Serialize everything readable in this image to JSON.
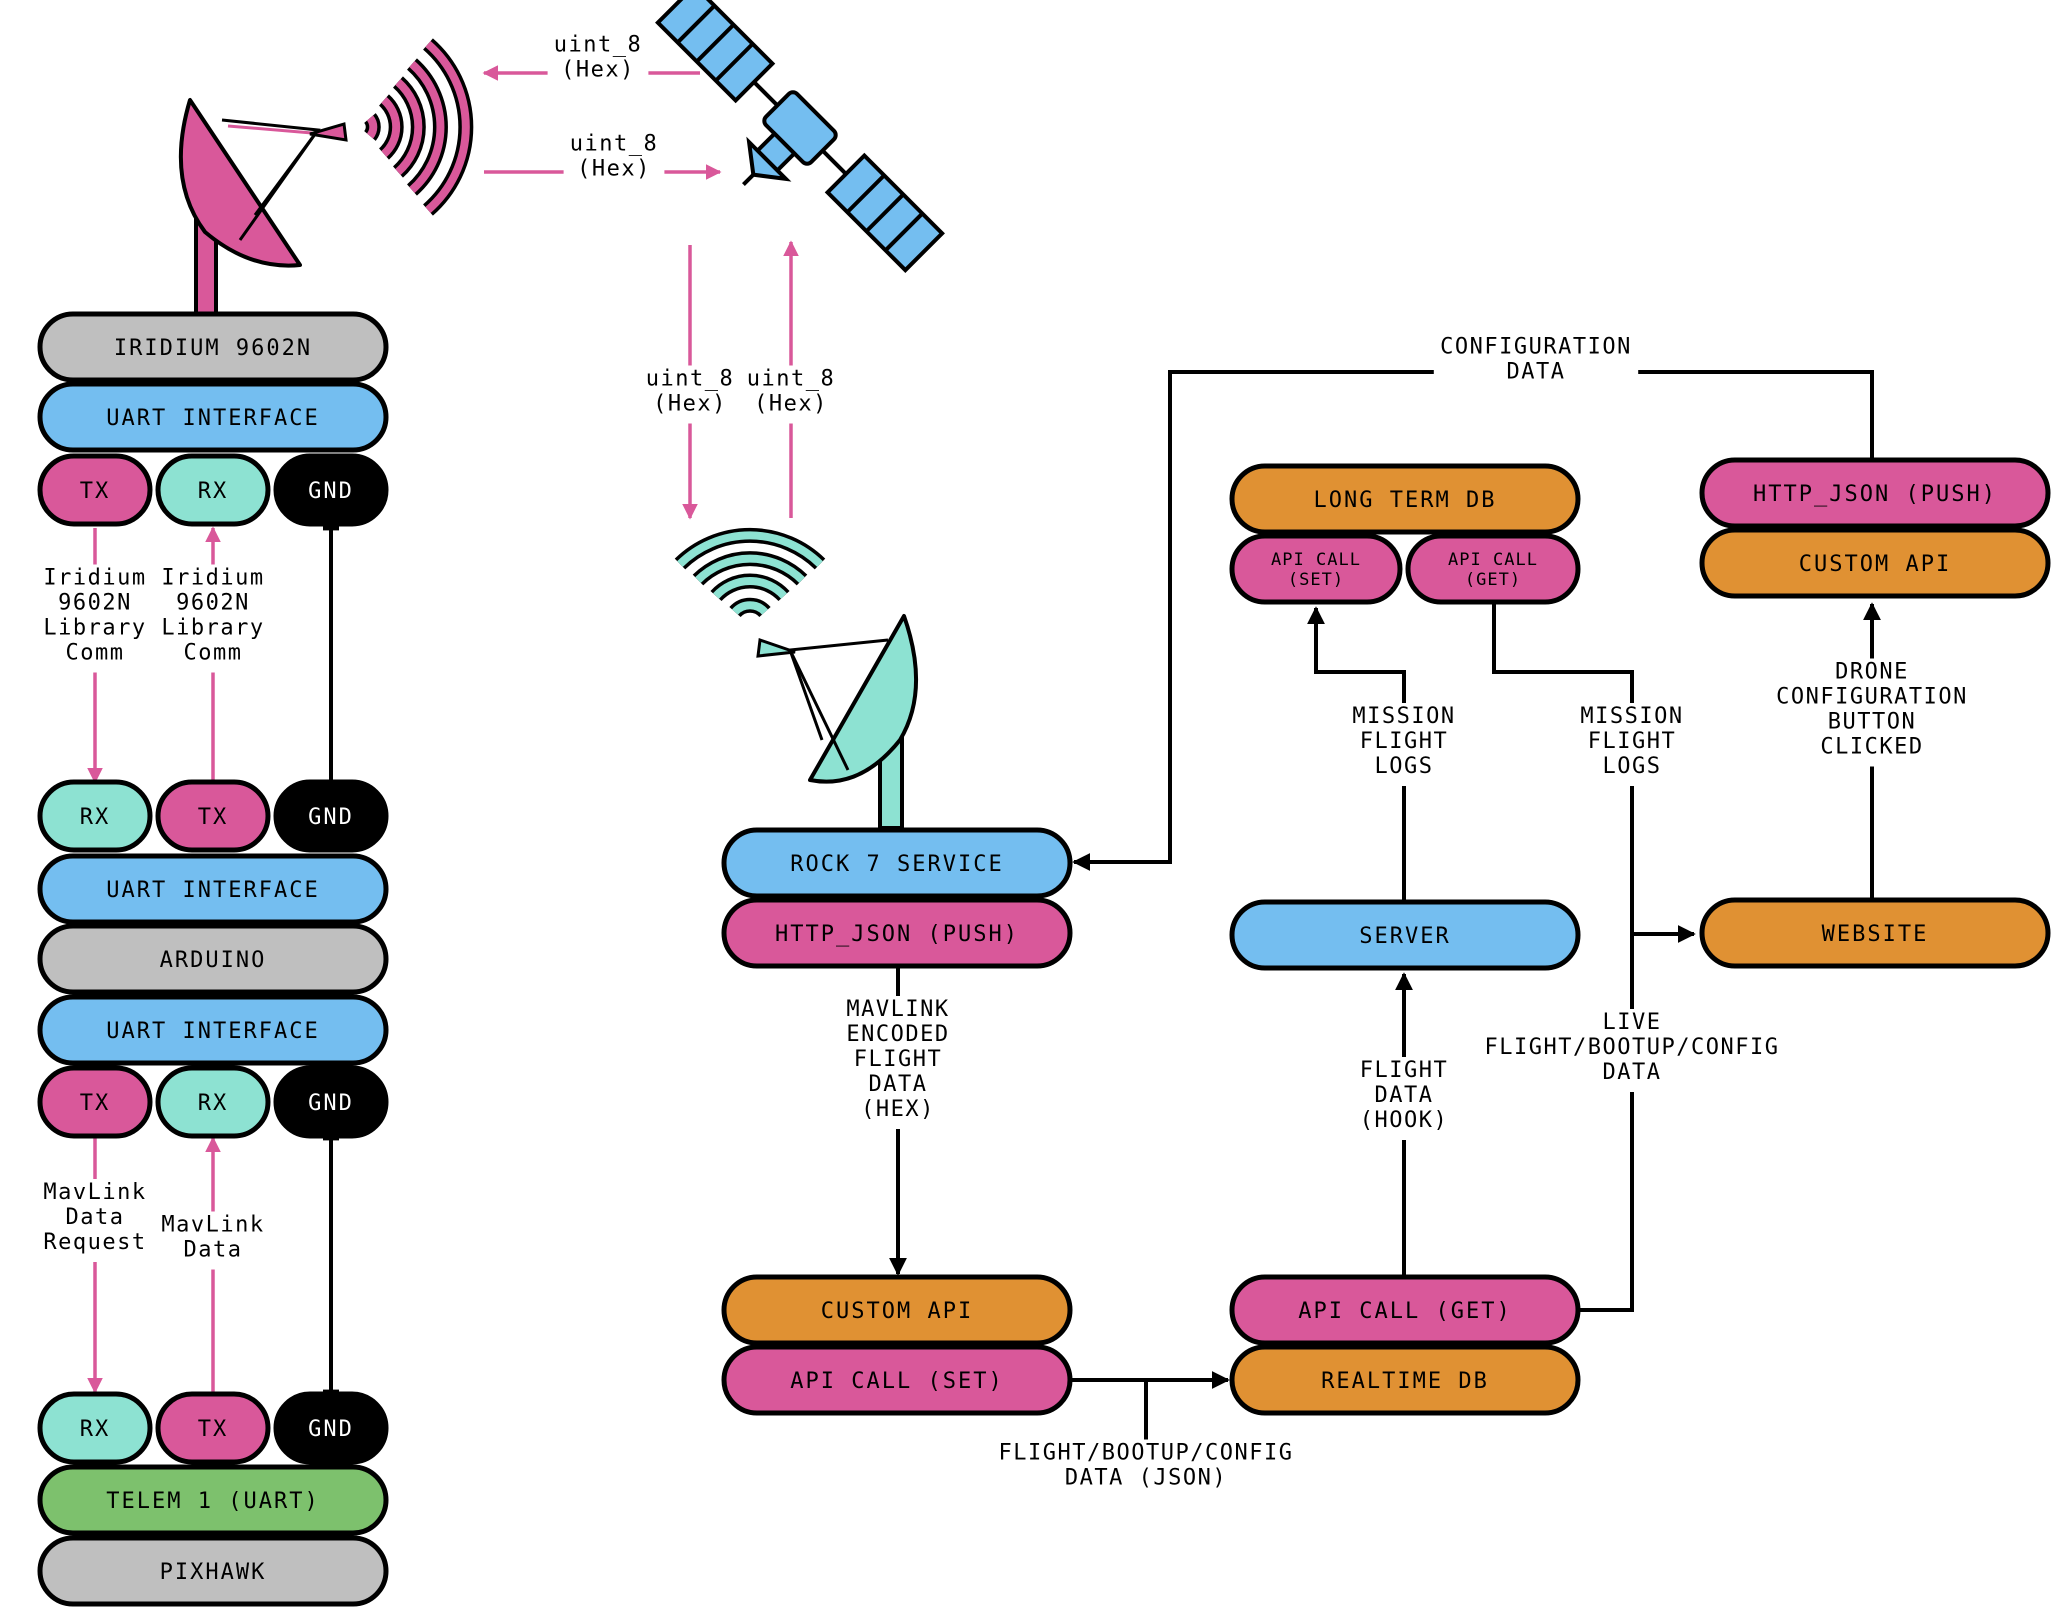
{
  "colors": {
    "gray": "#bfbfbf",
    "blue": "#74bef0",
    "pink": "#d9589a",
    "mint": "#8de2d2",
    "black": "#000000",
    "orange": "#e09133",
    "green": "#7dc16d"
  },
  "icons": {
    "ground_antenna": "satellite-dish-icon",
    "signal": "radio-waves-icon",
    "satellite": "satellite-icon",
    "base_station": "satellite-dish-icon",
    "base_signal": "wifi-waves-icon"
  },
  "nodes": [
    {
      "id": "iridium",
      "label": "IRIDIUM 9602N",
      "color": "gray"
    },
    {
      "id": "uart1",
      "label": "UART INTERFACE",
      "color": "blue"
    },
    {
      "id": "tx1",
      "label": "TX",
      "color": "pink"
    },
    {
      "id": "rx1",
      "label": "RX",
      "color": "mint"
    },
    {
      "id": "gnd1",
      "label": "GND",
      "color": "black"
    },
    {
      "id": "rx2",
      "label": "RX",
      "color": "mint"
    },
    {
      "id": "tx2",
      "label": "TX",
      "color": "pink"
    },
    {
      "id": "gnd2",
      "label": "GND",
      "color": "black"
    },
    {
      "id": "uart2",
      "label": "UART INTERFACE",
      "color": "blue"
    },
    {
      "id": "arduino",
      "label": "ARDUINO",
      "color": "gray"
    },
    {
      "id": "uart3",
      "label": "UART INTERFACE",
      "color": "blue"
    },
    {
      "id": "tx3",
      "label": "TX",
      "color": "pink"
    },
    {
      "id": "rx3",
      "label": "RX",
      "color": "mint"
    },
    {
      "id": "gnd3",
      "label": "GND",
      "color": "black"
    },
    {
      "id": "rx4",
      "label": "RX",
      "color": "mint"
    },
    {
      "id": "tx4",
      "label": "TX",
      "color": "pink"
    },
    {
      "id": "gnd4",
      "label": "GND",
      "color": "black"
    },
    {
      "id": "telem",
      "label": "TELEM 1 (UART)",
      "color": "green"
    },
    {
      "id": "pixhawk",
      "label": "PIXHAWK",
      "color": "gray"
    },
    {
      "id": "rock7",
      "label": "ROCK 7 SERVICE",
      "color": "blue"
    },
    {
      "id": "http_push1",
      "label": "HTTP_JSON (PUSH)",
      "color": "pink"
    },
    {
      "id": "custom_api1",
      "label": "CUSTOM API",
      "color": "orange"
    },
    {
      "id": "api_set1",
      "label": "API CALL (SET)",
      "color": "pink"
    },
    {
      "id": "api_get1",
      "label": "API CALL (GET)",
      "color": "pink"
    },
    {
      "id": "realtime_db",
      "label": "REALTIME DB",
      "color": "orange"
    },
    {
      "id": "server",
      "label": "SERVER",
      "color": "blue"
    },
    {
      "id": "long_term_db",
      "label": "LONG TERM DB",
      "color": "orange"
    },
    {
      "id": "api_set2",
      "label": "API CALL\n(SET)",
      "color": "pink"
    },
    {
      "id": "api_get2",
      "label": "API CALL\n(GET)",
      "color": "pink"
    },
    {
      "id": "http_push2",
      "label": "HTTP_JSON (PUSH)",
      "color": "pink"
    },
    {
      "id": "custom_api2",
      "label": "CUSTOM API",
      "color": "orange"
    },
    {
      "id": "website",
      "label": "WEBSITE",
      "color": "orange"
    }
  ],
  "edges": [
    {
      "id": "tx1-rx2",
      "label": "Iridium\n9602N\nLibrary\nComm"
    },
    {
      "id": "tx2-rx1",
      "label": "Iridium\n9602N\nLibrary\nComm"
    },
    {
      "id": "gnd1-gnd2",
      "label": ""
    },
    {
      "id": "tx3-rx4",
      "label": "MavLink\nData\nRequest"
    },
    {
      "id": "tx4-rx3",
      "label": "MavLink\nData"
    },
    {
      "id": "gnd3-gnd4",
      "label": ""
    },
    {
      "id": "sat-ground",
      "label": "uint_8\n(Hex)"
    },
    {
      "id": "ground-sat",
      "label": "uint_8\n(Hex)"
    },
    {
      "id": "sat-base",
      "label": "uint_8\n(Hex)"
    },
    {
      "id": "base-sat",
      "label": "uint_8\n(Hex)"
    },
    {
      "id": "http-customapi",
      "label": "MAVLINK\nENCODED\nFLIGHT\nDATA\n(HEX)"
    },
    {
      "id": "set-realtime",
      "label": "FLIGHT/BOOTUP/CONFIG\nDATA (JSON)"
    },
    {
      "id": "realtime-server",
      "label": "FLIGHT\nDATA\n(HOOK)"
    },
    {
      "id": "server-ltdb",
      "label": "MISSION\nFLIGHT\nLOGS"
    },
    {
      "id": "ltdb-website",
      "label": "MISSION\nFLIGHT\nLOGS"
    },
    {
      "id": "realtime-website",
      "label": "LIVE\nFLIGHT/BOOTUP/CONFIG\nDATA"
    },
    {
      "id": "website-customapi",
      "label": "DRONE\nCONFIGURATION\nBUTTON\nCLICKED"
    },
    {
      "id": "config-rock7",
      "label": "CONFIGURATION\nDATA"
    }
  ]
}
